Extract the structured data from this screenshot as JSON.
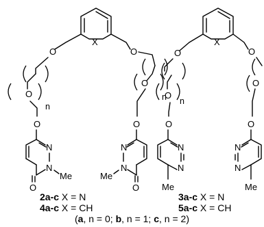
{
  "atoms": {
    "oxygen": "O",
    "nitrogen": "N",
    "methyl": "Me",
    "x": "X",
    "n": "n"
  },
  "captions": [
    {
      "compound": "2a-c",
      "text": " X = N"
    },
    {
      "compound": "4a-c",
      "text": " X = CH"
    },
    {
      "compound": "3a-c",
      "text": " X = N"
    },
    {
      "compound": "5a-c",
      "text": " X = CH"
    }
  ],
  "footer": {
    "open": "(",
    "a": "a",
    "a_text": ", n = 0; ",
    "b": "b",
    "b_text": ", n = 1; ",
    "c": "c",
    "c_text": ", n = 2)"
  }
}
